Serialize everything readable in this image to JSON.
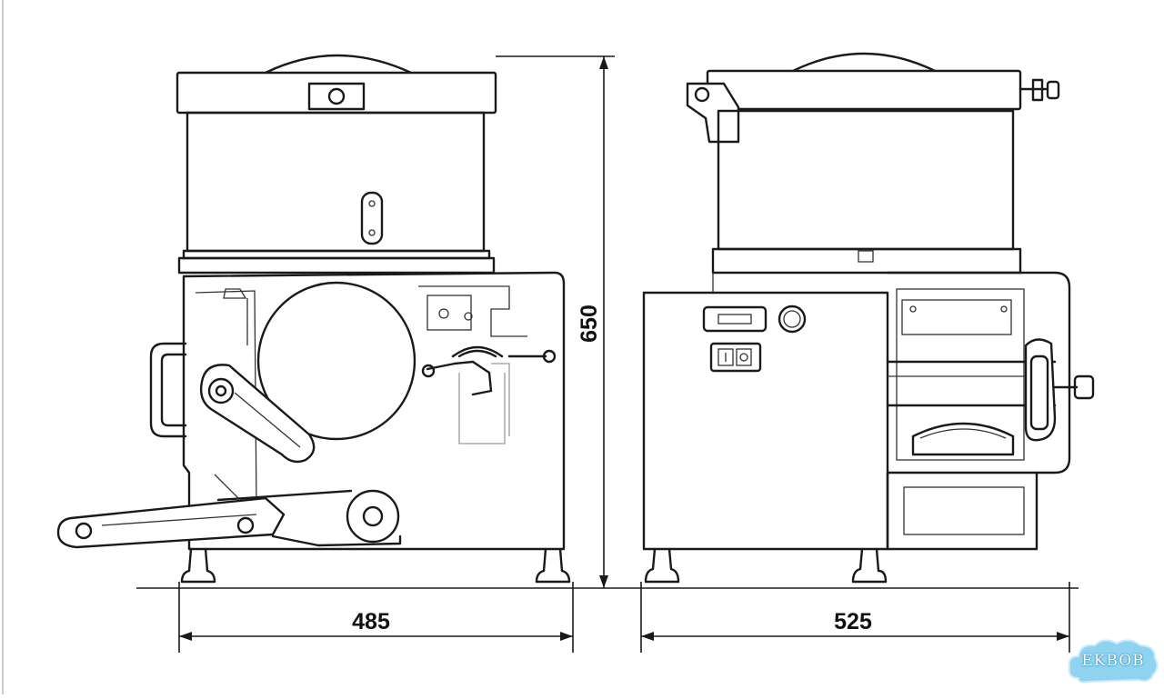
{
  "dimensions": {
    "front_width": "485",
    "side_width": "525",
    "height": "650"
  },
  "watermark": {
    "text": "EKBOB",
    "color": "#8fd3f0"
  }
}
